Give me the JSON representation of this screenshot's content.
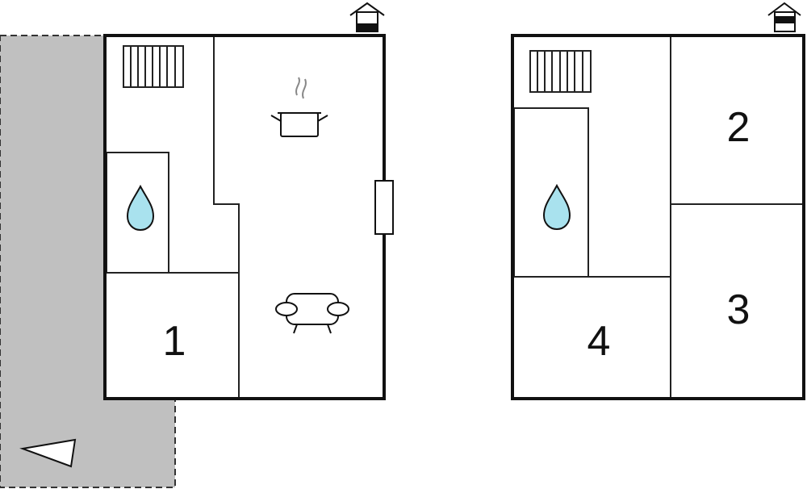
{
  "floor_plan": {
    "colors": {
      "wall": "#111111",
      "terrace": "#c0c0c0",
      "water": "#a9e2ee",
      "background": "#ffffff"
    },
    "floors": [
      {
        "rooms": [
          {
            "label": "1"
          }
        ],
        "icons": [
          "house-icon",
          "stairs-icon",
          "water-drop-icon",
          "cooking-pot-icon",
          "window-icon",
          "sofa-icon"
        ]
      },
      {
        "rooms": [
          {
            "label": "2"
          },
          {
            "label": "3"
          },
          {
            "label": "4"
          }
        ],
        "icons": [
          "house-icon",
          "stairs-icon",
          "water-drop-icon"
        ]
      }
    ],
    "terrace": {
      "icons": [
        "direction-arrow-icon"
      ]
    }
  }
}
